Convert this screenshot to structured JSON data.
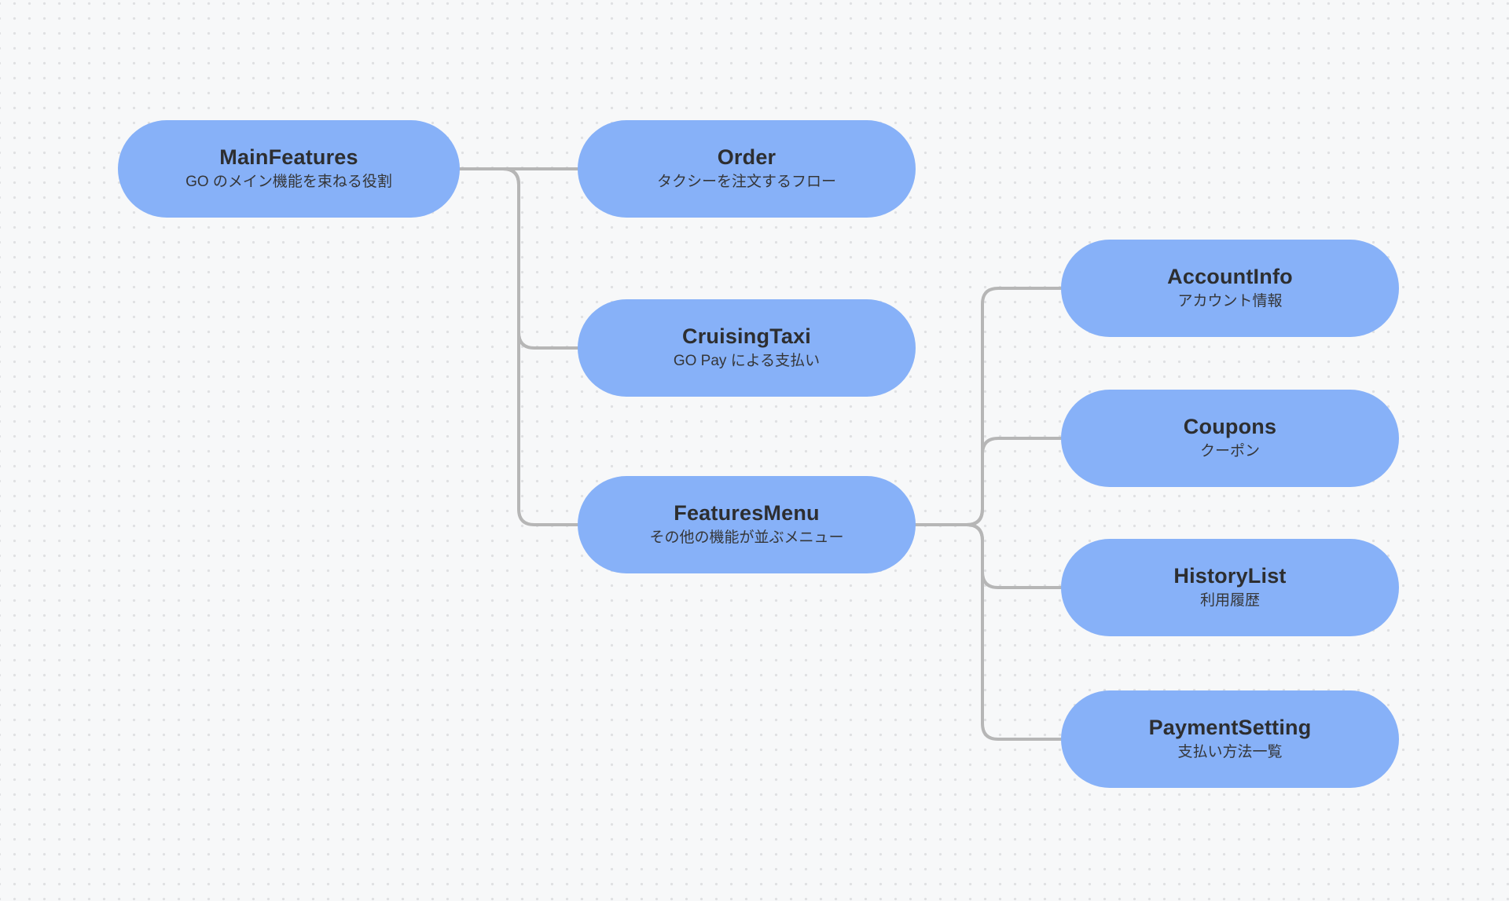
{
  "canvas": {
    "background_color": "#f7f8f9",
    "dot_color": "#dfe0e2"
  },
  "colors": {
    "node_fill": "#87b1f8",
    "node_title": "#2d2e30",
    "node_subtitle": "#353638",
    "connector": "#b6b6b6"
  },
  "nodes": [
    {
      "id": "MainFeatures",
      "title": "MainFeatures",
      "subtitle": "GO のメイン機能を束ねる役割"
    },
    {
      "id": "Order",
      "title": "Order",
      "subtitle": "タクシーを注文するフロー"
    },
    {
      "id": "CruisingTaxi",
      "title": "CruisingTaxi",
      "subtitle": "GO Pay による支払い"
    },
    {
      "id": "FeaturesMenu",
      "title": "FeaturesMenu",
      "subtitle": "その他の機能が並ぶメニュー"
    },
    {
      "id": "AccountInfo",
      "title": "AccountInfo",
      "subtitle": "アカウント情報"
    },
    {
      "id": "Coupons",
      "title": "Coupons",
      "subtitle": "クーポン"
    },
    {
      "id": "HistoryList",
      "title": "HistoryList",
      "subtitle": "利用履歴"
    },
    {
      "id": "PaymentSetting",
      "title": "PaymentSetting",
      "subtitle": "支払い方法一覧"
    }
  ],
  "edges": [
    {
      "from": "MainFeatures",
      "to": "Order"
    },
    {
      "from": "MainFeatures",
      "to": "CruisingTaxi"
    },
    {
      "from": "MainFeatures",
      "to": "FeaturesMenu"
    },
    {
      "from": "FeaturesMenu",
      "to": "AccountInfo"
    },
    {
      "from": "FeaturesMenu",
      "to": "Coupons"
    },
    {
      "from": "FeaturesMenu",
      "to": "HistoryList"
    },
    {
      "from": "FeaturesMenu",
      "to": "PaymentSetting"
    }
  ]
}
